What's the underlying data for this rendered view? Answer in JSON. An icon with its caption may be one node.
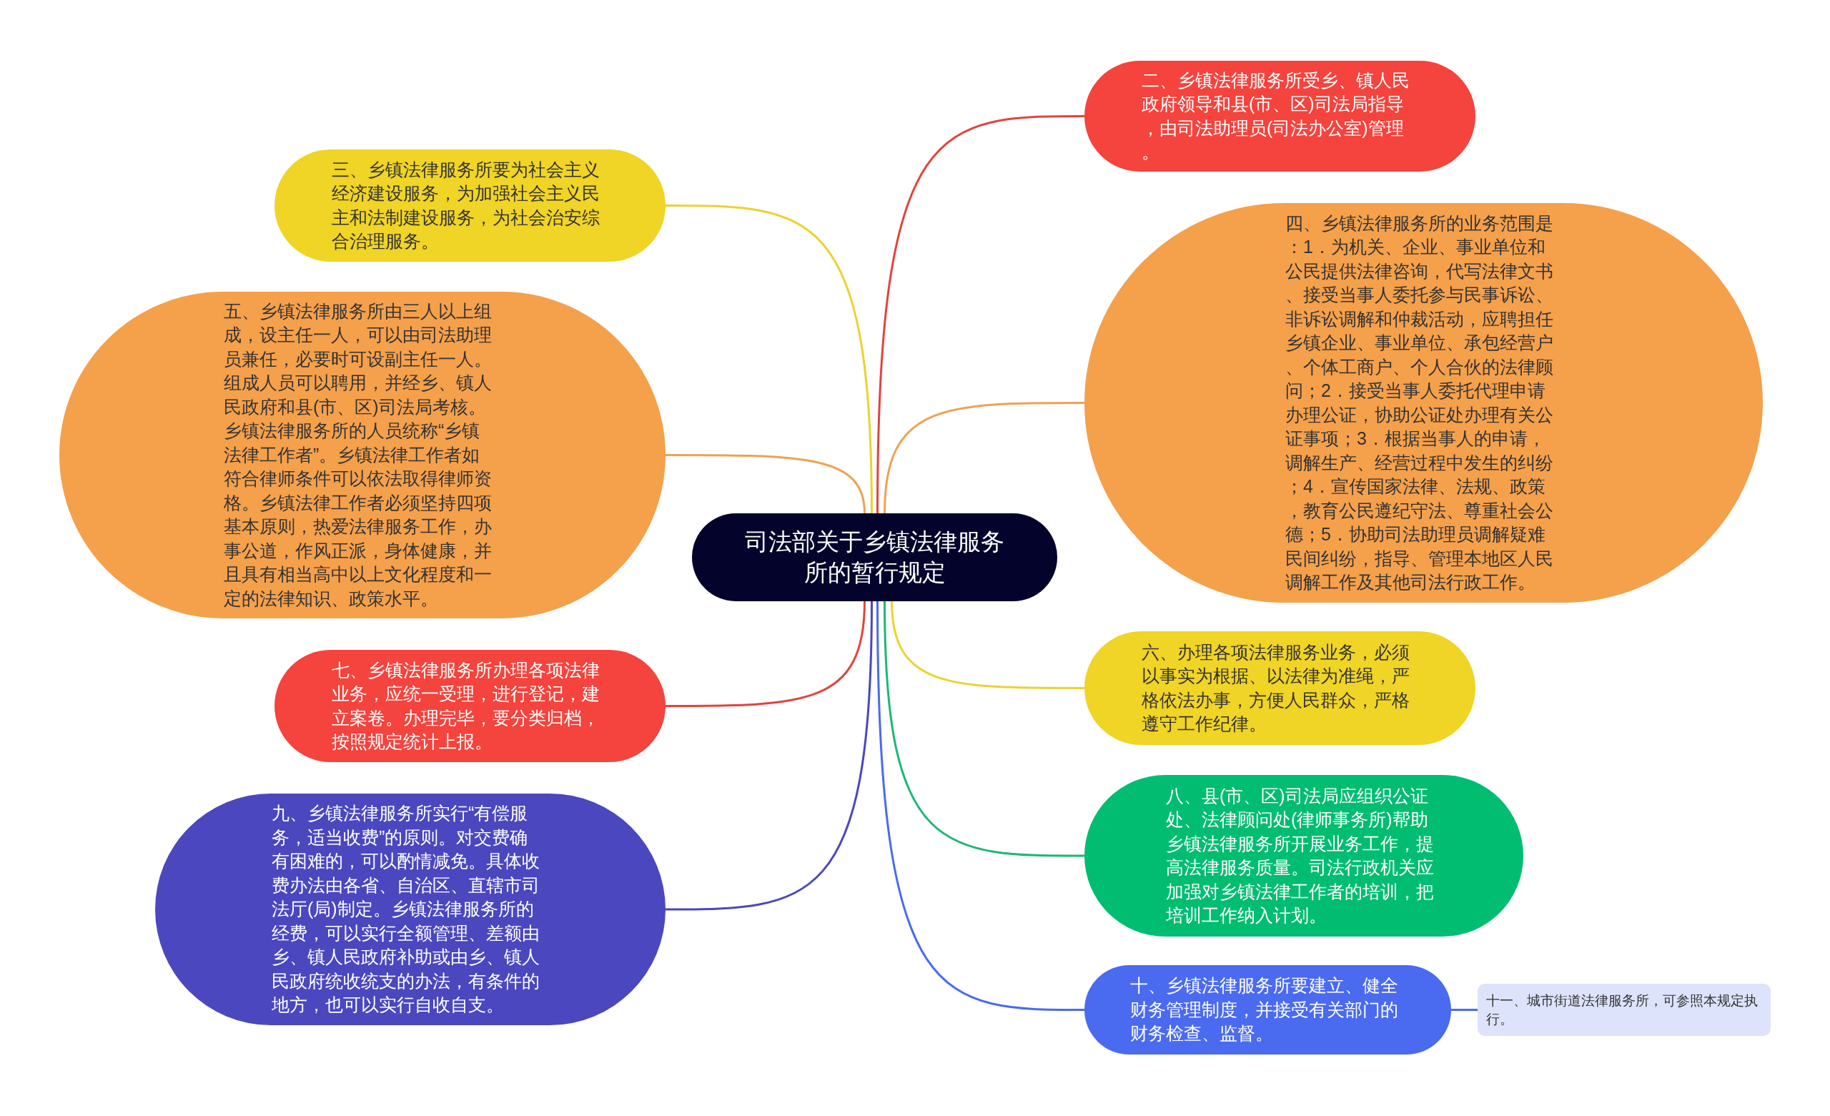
{
  "diagram": {
    "nodes": [
      {
        "text": [
          "司法部关于乡镇法律服务所的暂行规定"
        ]
      },
      {
        "text": [
          "二、乡镇法律服务所受乡、镇人民政府领导和县(市、区)司法局指导，由司法助理员(司法办公室)管理。"
        ]
      },
      {
        "text": [
          "三、乡镇法律服务所要为社会主义经济建设服务，为加强社会主义民主和法制建设服务，为社会治安综合治理服务。"
        ]
      },
      {
        "text": [
          "四、乡镇法律服务所的业务范围是：1．为机关、企业、事业单位和公民提供法律咨询，代写法律文书、接受当事人委托参与民事诉讼、非诉讼调解和仲裁活动，应聘担任乡镇企业、事业单位、承包经营户、个体工商户、个人合伙的法律顾问；2．接受当事人委托代理申请办理公证，协助公证处办理有关公证事项；3．根据当事人的申请，调解生产、经营过程中发生的纠纷；4．宣传国家法律、法规、政策，教育公民遵纪守法、尊重社会公德；5．协助司法助理员调解疑难民间纠纷，指导、管理本地区人民调解工作及其他司法行政工作。"
        ]
      },
      {
        "text": [
          "五、乡镇法律服务所由三人以上组成，设主任一人，可以由司法助理员兼任，必要时可设副主任一人。组成人员可以聘用，并经乡、镇人民政府和县(市、区)司法局考核。乡镇法律服务所的人员统称“乡镇法律工作者”。乡镇法律工作者如符合律师条件可以依法取得律师资格。乡镇法律工作者必须坚持四项基本原则，热爱法律服务工作，办事公道，作风正派，身体健康，并且具有相当高中以上文化程度和一定的法律知识、政策水平。"
        ]
      },
      {
        "text": [
          "六、办理各项法律服务业务，必须以事实为根据、以法律为准绳，严格依法办事，方便人民群众，严格遵守工作纪律。"
        ]
      },
      {
        "text": [
          "七、乡镇法律服务所办理各项法律业务，应统一受理，进行登记，建立案卷。办理完毕，要分类归档，按照规定统计上报。"
        ]
      },
      {
        "text": [
          "八、县(市、区)司法局应组织公证处、法律顾问处(律师事务所)帮助乡镇法律服务所开展业务工作，提高法律服务质量。司法行政机关应加强对乡镇法律工作者的培训，把培训工作纳入计划。"
        ]
      },
      {
        "text": [
          "九、乡镇法律服务所实行“有偿服务，适当收费”的原则。对交费确有困难的，可以酌情减免。具体收费办法由各省、自治区、直辖市司法厅(局)制定。乡镇法律服务所的经费，可以实行全额管理、差额由乡、镇人民政府补助或由乡、镇人民政府统收统支的办法，有条件的地方，也可以实行自收自支。"
        ]
      },
      {
        "text": [
          "十、乡镇法律服务所要建立、健全财务管理制度，并接受有关部门的财务检查、监督。"
        ]
      },
      {
        "text": [
          "十一、城市街道法律服务所，可参照本规定执行。"
        ]
      }
    ],
    "edges": [
      {
        "from": 0,
        "to": 1,
        "arrow": "none",
        "color": "#e2443c"
      },
      {
        "from": 0,
        "to": 2,
        "arrow": "none",
        "color": "#ecd22e"
      },
      {
        "from": 0,
        "to": 3,
        "arrow": "none",
        "color": "#eea252"
      },
      {
        "from": 0,
        "to": 4,
        "arrow": "none",
        "color": "#eea252"
      },
      {
        "from": 0,
        "to": 5,
        "arrow": "none",
        "color": "#ecd22e"
      },
      {
        "from": 0,
        "to": 6,
        "arrow": "none",
        "color": "#e2443c"
      },
      {
        "from": 0,
        "to": 7,
        "arrow": "none",
        "color": "#1cb774"
      },
      {
        "from": 0,
        "to": 8,
        "arrow": "none",
        "color": "#4b47bf"
      },
      {
        "from": 0,
        "to": 9,
        "arrow": "none",
        "color": "#4a6af0"
      },
      {
        "from": 9,
        "to": 10,
        "arrow": "none",
        "color": "#4a6af0"
      }
    ]
  }
}
